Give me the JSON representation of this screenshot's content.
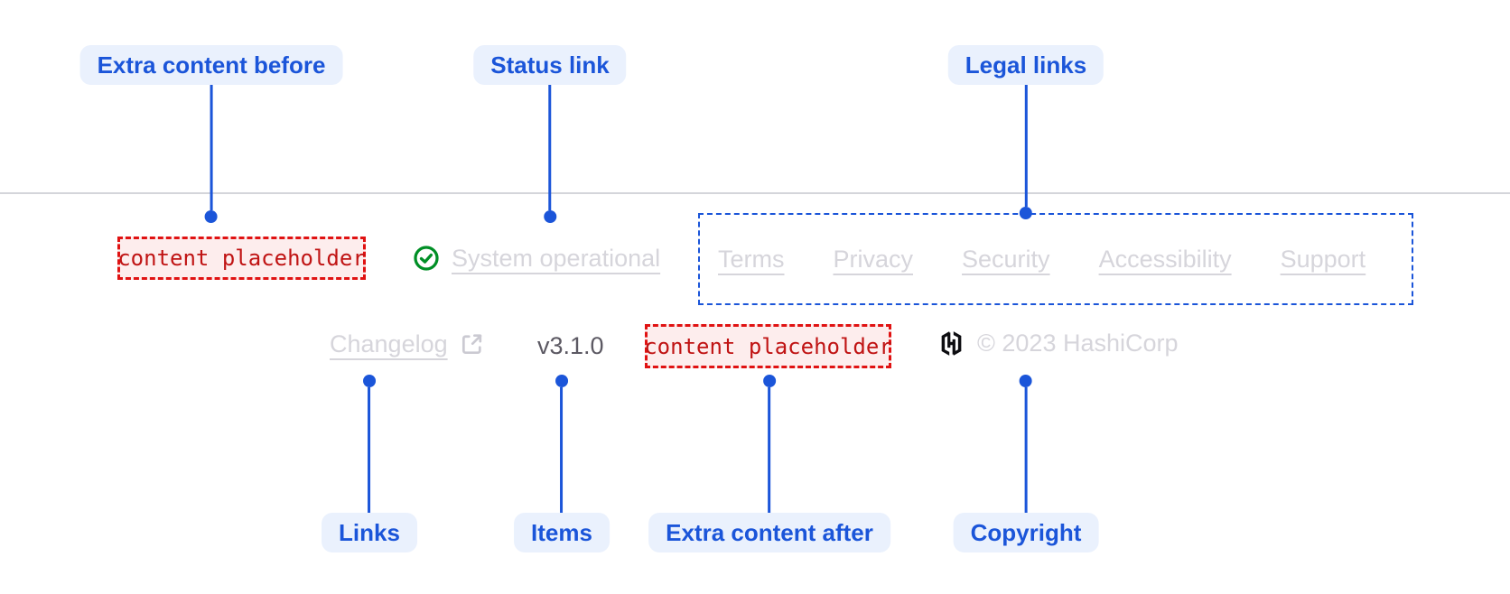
{
  "colors": {
    "accent_blue": "#1b55d9",
    "pill_background": "#eaf1fd",
    "placeholder_text_red": "#c01414",
    "placeholder_border_red": "#e01212",
    "placeholder_background": "#fdeded",
    "success_green": "#008f26",
    "faded_link_gray": "#d6d5db",
    "version_gray": "#5c5963",
    "logo_black": "#0d0d11",
    "divider_gray": "#d4d5da"
  },
  "callouts": {
    "extra_content_before": "Extra content before",
    "status_link": "Status link",
    "legal_links": "Legal links",
    "links": "Links",
    "items": "Items",
    "extra_content_after": "Extra content after",
    "copyright": "Copyright"
  },
  "footer": {
    "extra_content_before": {
      "placeholder": "content placeholder"
    },
    "status": {
      "label": "System operational",
      "icon": "check-circle-icon"
    },
    "legal": {
      "links": [
        "Terms",
        "Privacy",
        "Security",
        "Accessibility",
        "Support"
      ]
    },
    "links": {
      "changelog": "Changelog",
      "icon": "external-link-icon"
    },
    "items": {
      "version": "v3.1.0"
    },
    "extra_content_after": {
      "placeholder": "content placeholder"
    },
    "copyright": {
      "text": "© 2023 HashiCorp",
      "logo": "hashicorp-logo"
    }
  }
}
